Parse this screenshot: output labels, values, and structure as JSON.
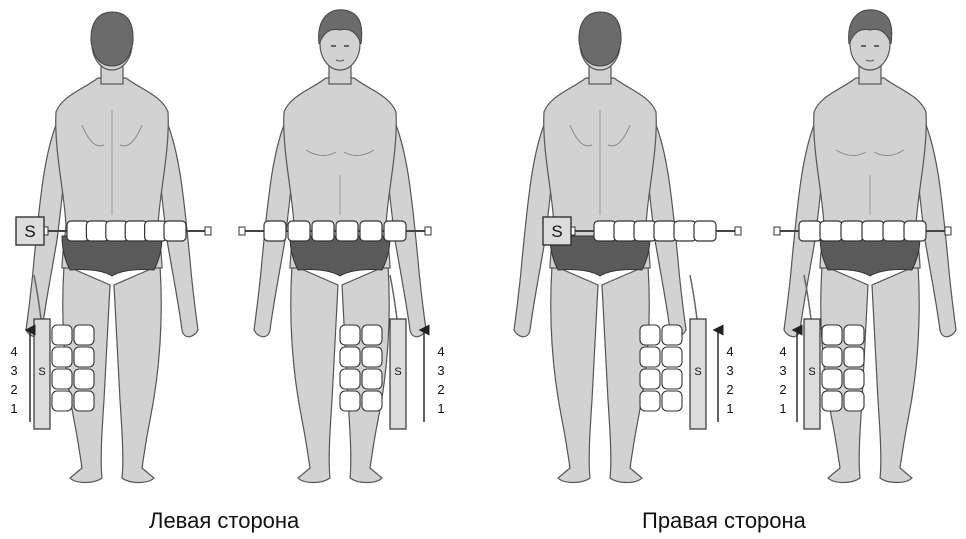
{
  "captions": {
    "left": "Левая сторона",
    "right": "Правая сторона"
  },
  "belt_label": "S",
  "leg_label": "S",
  "scale_numbers": [
    "1",
    "2",
    "3",
    "4"
  ],
  "colors": {
    "skin": "#d2d2d2",
    "outline": "#555555",
    "hair": "#6b6b6b",
    "briefs": "#5a5a5a",
    "pad": "#ffffff",
    "box": "#dcdcdc"
  }
}
